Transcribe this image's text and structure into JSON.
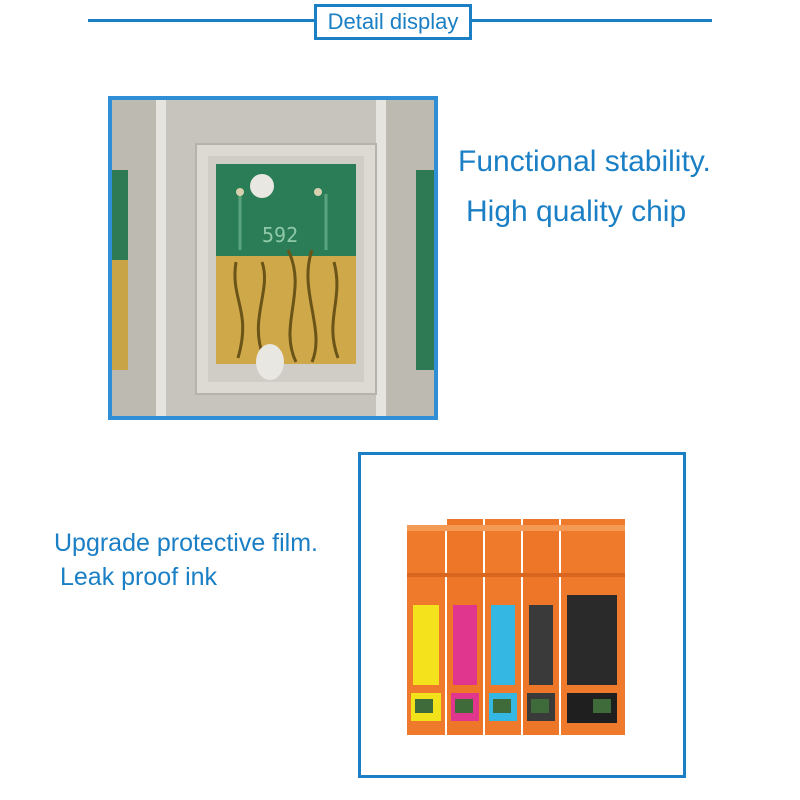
{
  "header": {
    "title": "Detail display"
  },
  "chip_section": {
    "chip_label": "592",
    "headline": "Functional stability.",
    "subline": "High quality chip"
  },
  "cartridge_section": {
    "headline": "Upgrade protective film.",
    "subline": "Leak proof ink",
    "ink_colors": [
      "#f2e21a",
      "#e0368e",
      "#35b7e3",
      "#3a3a3a",
      "#2a2a2a"
    ]
  },
  "colors": {
    "accent": "#1a7fc4",
    "cartridge_orange": "#f07a2a"
  }
}
